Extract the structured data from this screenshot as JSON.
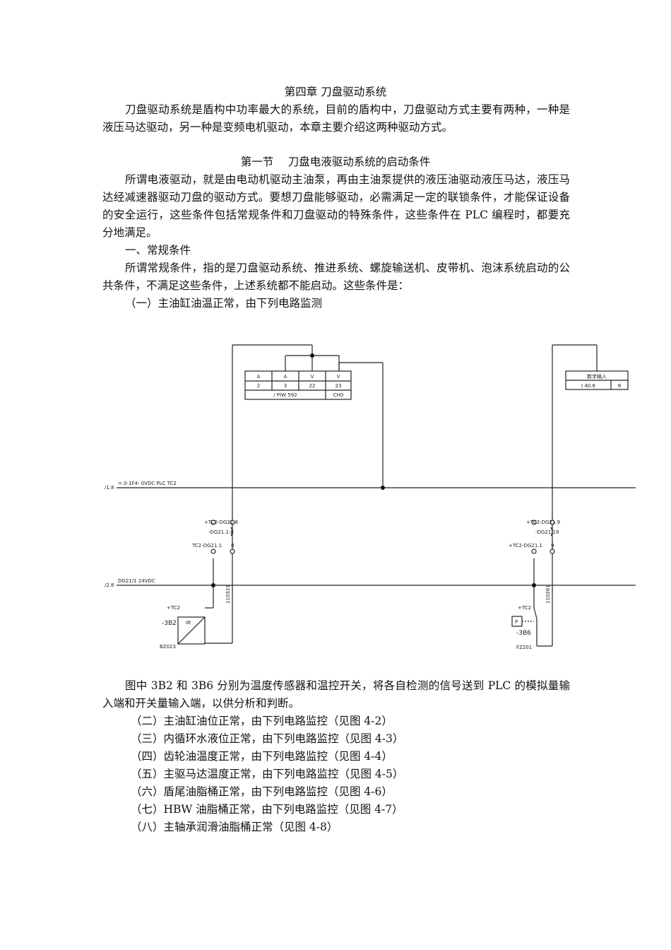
{
  "chapter_title": "第四章 刀盘驱动系统",
  "intro": "刀盘驱动系统是盾构中功率最大的系统，目前的盾构中，刀盘驱动方式主要有两种，一种是液压马达驱动，另一种是变频电机驱动，本章主要介绍这两种驱动方式。",
  "section_title": "第一节　 刀盘电液驱动系统的启动条件",
  "section_para": "所谓电液驱动，就是由电动机驱动主油泵，再由主油泵提供的液压油驱动液压马达，液压马达经减速器驱动刀盘的驱动方式。要想刀盘能够驱动，必需满足一定的联锁条件，才能保证设备的安全运行，这些条件包括常规条件和刀盘驱动的特殊条件，这些条件在 PLC 编程时，都要充分地满足。",
  "sub_heading": "一、常规条件",
  "sub_para": "所谓常规条件，指的是刀盘驱动系统、推进系统、螺旋输送机、皮带机、泡沫系统启动的公共条件，不满足这些条件，上述系统都不能启动。这些条件是：",
  "item1": "（一）主油缸油温正常，由下列电路监测",
  "diagram": {
    "left_table": {
      "row1": [
        "A",
        "A",
        "V",
        "V"
      ],
      "row2": [
        "2",
        "3",
        "22",
        "23"
      ],
      "footer_left": "/ PIW 592",
      "footer_right": "CH0"
    },
    "right_table": {
      "header": "数字输入",
      "cell_left": "I 40.6",
      "cell_right": "8"
    },
    "bus1_ref": "/1.8",
    "bus1_label": "=.0-1F4-  0VDC PLC TC2",
    "bus2_ref": "/2.8",
    "bus2_label": "DG21/1  24VDC",
    "left_term": {
      "l1": "+TC2-DG21.8",
      "l2": "-DG21.1-8",
      "l3": "TC2-DG21.1",
      "num": "8",
      "wire": "110321"
    },
    "right_term": {
      "l1": "+TC2-DG21.9",
      "l2": "-DG21.19",
      "l3": "+TC2-DG21.1",
      "num": "9",
      "wire": "110261"
    },
    "sensor_left": {
      "loc": "+TC2",
      "name": "-3B2",
      "symbol": "dt",
      "code": "BZ023"
    },
    "sensor_right": {
      "loc": "+TC2",
      "name": "-3B6",
      "symbol": "P",
      "code": "FZ201"
    }
  },
  "after_para": "图中 3B2 和 3B6 分别为温度传感器和温控开关，将各自检测的信号送到 PLC 的模拟量输入端和开关量输入端，以供分析和判断。",
  "items": [
    "（二）主油缸油位正常，由下列电路监控（见图 4-2）",
    "（三）内循环水液位正常，由下列电路监控（见图 4-3）",
    "（四）齿轮油温度正常，由下列电路监控（见图 4-4）",
    "（五）主驱马达温度正常，由下列电路监控（见图 4-5）",
    "（六）盾尾油脂桶正常，由下列电路监控（见图 4-6）",
    "（七）HBW 油脂桶正常，由下列电路监控（见图 4-7）",
    "（八）主轴承润滑油脂桶正常（见图 4-8）"
  ]
}
